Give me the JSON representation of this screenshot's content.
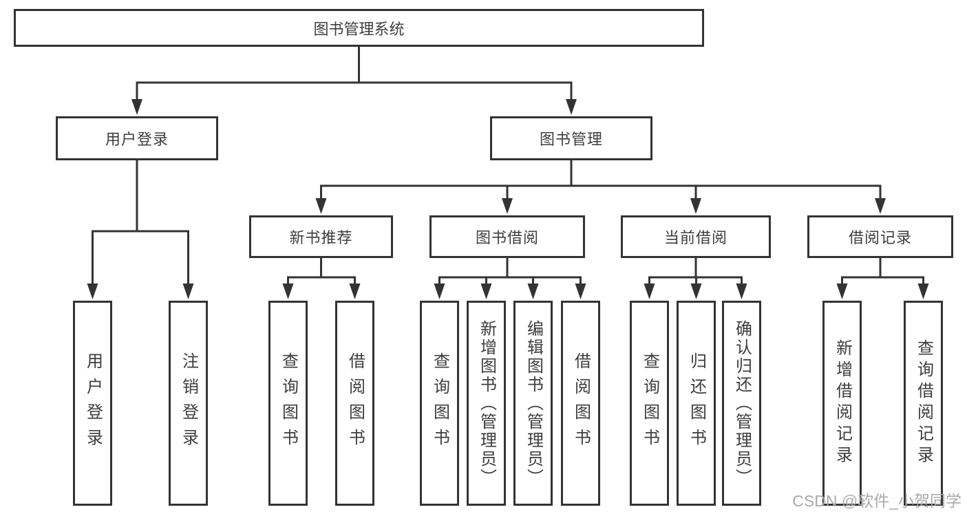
{
  "diagram": {
    "type": "tree",
    "title": "图书管理系统",
    "watermark": "CSDN @软件_小贺同学",
    "colors": {
      "line": "#333333",
      "text": "#3d3d3d",
      "background": "#ffffff",
      "watermark": "#aaaaaa"
    }
  },
  "nodes": {
    "root": {
      "label": "图书管理系统"
    },
    "level2": [
      {
        "id": "user-login",
        "label": "用户登录"
      },
      {
        "id": "book-management",
        "label": "图书管理"
      }
    ],
    "level3": [
      {
        "id": "new-book-recommend",
        "label": "新书推荐",
        "parent": "book-management"
      },
      {
        "id": "book-borrowing",
        "label": "图书借阅",
        "parent": "book-management"
      },
      {
        "id": "current-borrowing",
        "label": "当前借阅",
        "parent": "book-management"
      },
      {
        "id": "borrowing-records",
        "label": "借阅记录",
        "parent": "book-management"
      }
    ],
    "leaves": [
      {
        "id": "leaf-user-login",
        "label": "用户登录",
        "parent": "user-login"
      },
      {
        "id": "leaf-logout",
        "label": "注销登录",
        "parent": "user-login"
      },
      {
        "id": "leaf-query-books-1",
        "label": "查询图书",
        "parent": "new-book-recommend"
      },
      {
        "id": "leaf-borrow-books-1",
        "label": "借阅图书",
        "parent": "new-book-recommend"
      },
      {
        "id": "leaf-query-books-2",
        "label": "查询图书",
        "parent": "book-borrowing"
      },
      {
        "id": "leaf-add-books-admin",
        "label": "新增图书（管理员）",
        "parent": "book-borrowing"
      },
      {
        "id": "leaf-edit-books-admin",
        "label": "编辑图书（管理员）",
        "parent": "book-borrowing"
      },
      {
        "id": "leaf-borrow-books-2",
        "label": "借阅图书",
        "parent": "book-borrowing"
      },
      {
        "id": "leaf-query-books-3",
        "label": "查询图书",
        "parent": "current-borrowing"
      },
      {
        "id": "leaf-return-books",
        "label": "归还图书",
        "parent": "current-borrowing"
      },
      {
        "id": "leaf-confirm-return-admin",
        "label": "确认归还（管理员）",
        "parent": "current-borrowing"
      },
      {
        "id": "leaf-add-borrow-record",
        "label": "新增借阅记录",
        "parent": "borrowing-records"
      },
      {
        "id": "leaf-query-borrow-record",
        "label": "查询借阅记录",
        "parent": "borrowing-records"
      }
    ]
  }
}
